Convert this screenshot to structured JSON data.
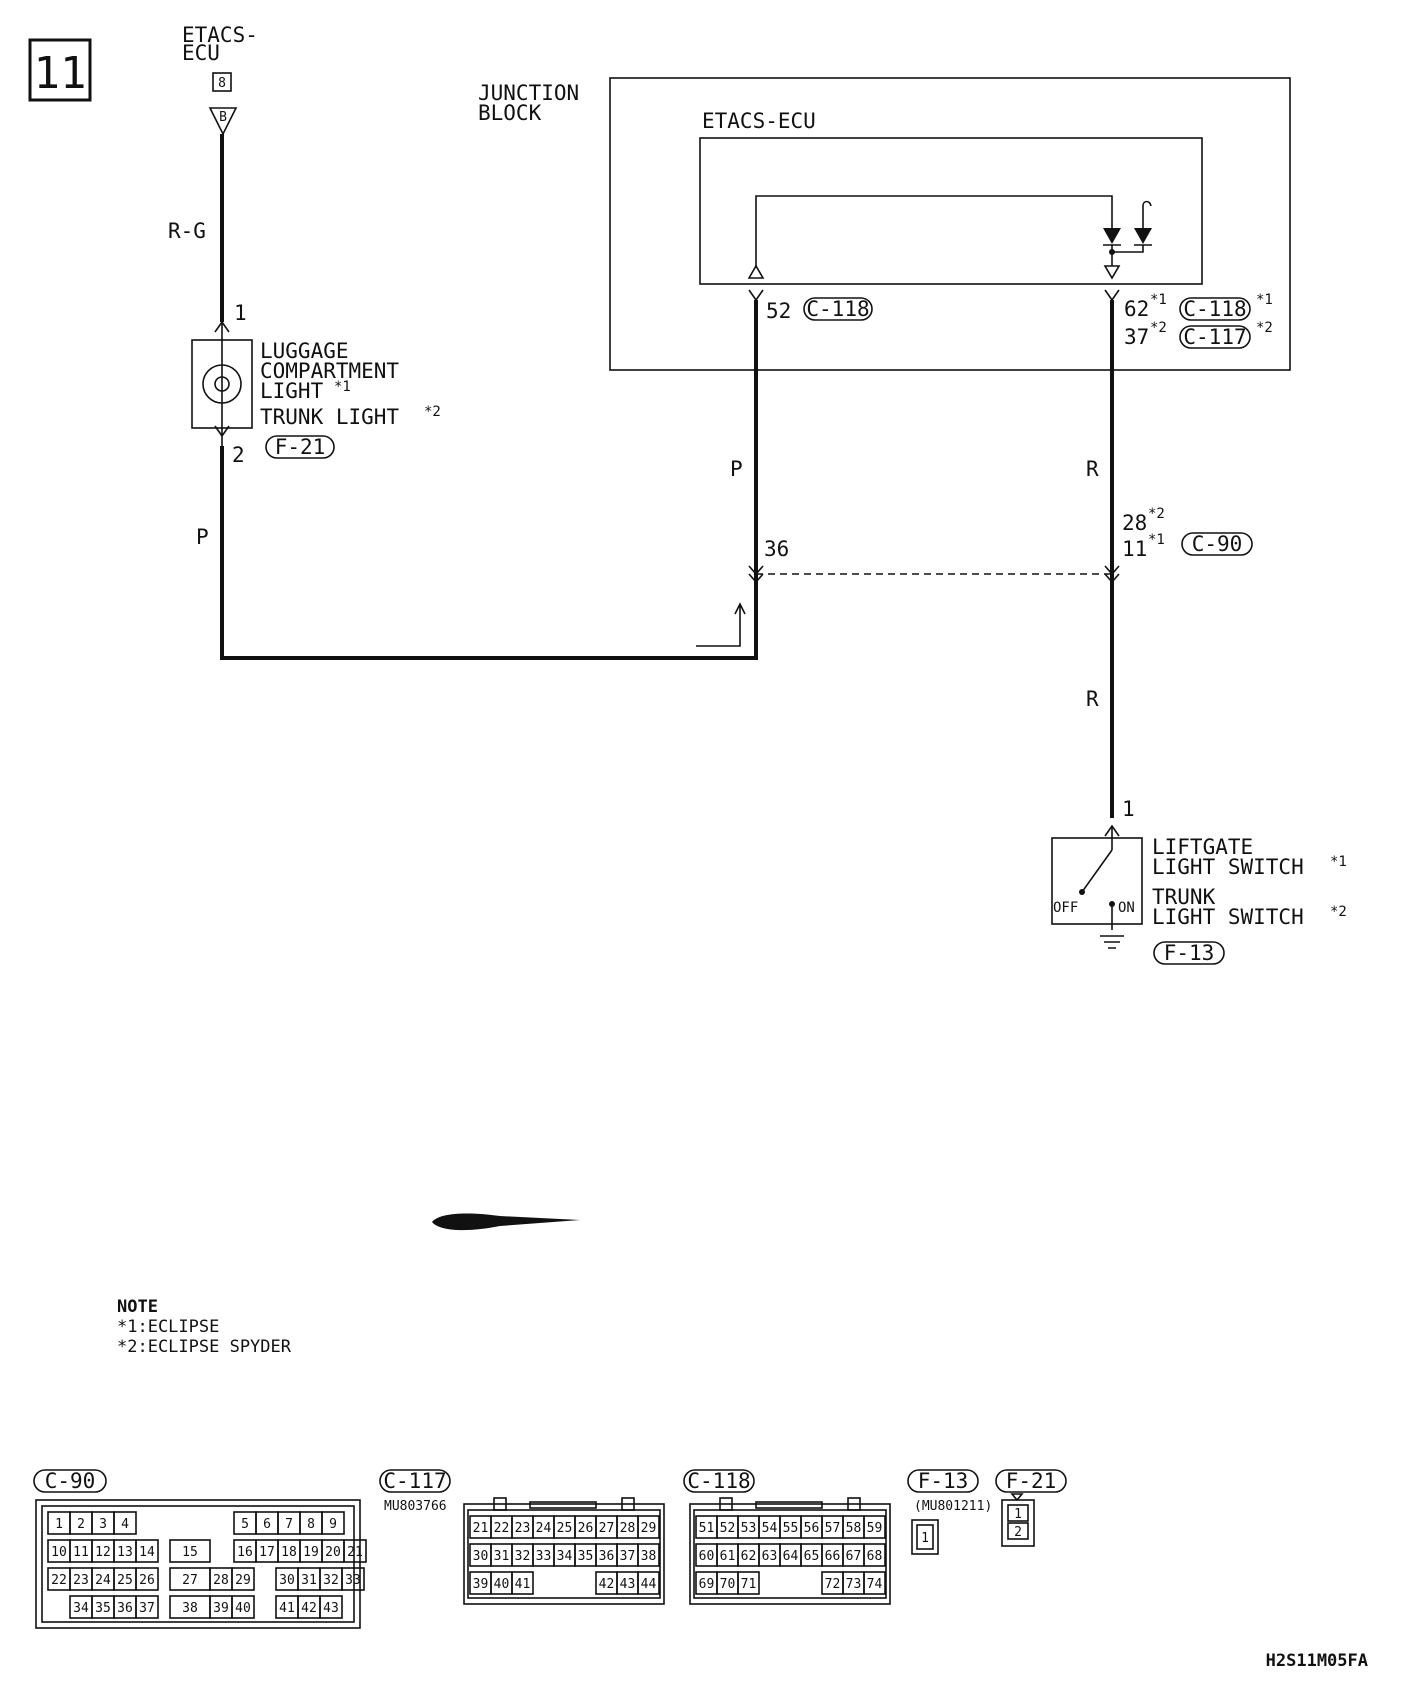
{
  "page": {
    "number": "11",
    "drawing_code": "H2S11M05FA",
    "note_title": "NOTE",
    "notes": [
      "*1:ECLIPSE",
      "*2:ECLIPSE SPYDER"
    ]
  },
  "etacs_source": {
    "label_line1": "ETACS-",
    "label_line2": "ECU",
    "connector_number": "8",
    "connector_letter": "B"
  },
  "junction_block": {
    "label_line1": "JUNCTION",
    "label_line2": "BLOCK",
    "inner_label": "ETACS-ECU"
  },
  "wires": {
    "rg": "R-G",
    "p_left": "P",
    "p_right": "P",
    "r_upper": "R",
    "r_lower": "R"
  },
  "terminals": {
    "jb_left_pin": "52",
    "jb_left_conn": "C-118",
    "jb_right_pin1": "62",
    "jb_right_pin1_note": "*1",
    "jb_right_conn1": "C-118",
    "jb_right_conn1_note": "*1",
    "jb_right_pin2": "37",
    "jb_right_pin2_note": "*2",
    "jb_right_conn2": "C-117",
    "jb_right_conn2_note": "*2",
    "c90_left_pin": "36",
    "c90_right_pin1": "28",
    "c90_right_pin1_note": "*2",
    "c90_right_pin2": "11",
    "c90_right_pin2_note": "*1",
    "c90_conn": "C-90",
    "light_pin1": "1",
    "light_pin2": "2",
    "switch_pin": "1"
  },
  "luggage_light": {
    "line1": "LUGGAGE",
    "line2": "COMPARTMENT",
    "line3": "LIGHT",
    "line3_note": "*1",
    "line4": "TRUNK LIGHT",
    "line4_note": "*2",
    "connector": "F-21"
  },
  "switch": {
    "line1": "LIFTGATE",
    "line2": "LIGHT SWITCH",
    "line2_note": "*1",
    "line3": "TRUNK",
    "line4": "LIGHT SWITCH",
    "line4_note": "*2",
    "off_label": "OFF",
    "on_label": "ON",
    "connector": "F-13"
  },
  "connector_views": {
    "c90": {
      "label": "C-90",
      "row1": [
        "1",
        "2",
        "3",
        "4",
        "5",
        "6",
        "7",
        "8",
        "9"
      ],
      "row2": [
        "10",
        "11",
        "12",
        "13",
        "14",
        "15",
        "16",
        "17",
        "18",
        "19",
        "20",
        "21"
      ],
      "row3": [
        "22",
        "23",
        "24",
        "25",
        "26",
        "27",
        "28",
        "29",
        "30",
        "31",
        "32",
        "33"
      ],
      "row4": [
        "34",
        "35",
        "36",
        "37",
        "38",
        "39",
        "40",
        "41",
        "42",
        "43"
      ]
    },
    "c117": {
      "label": "C-117",
      "part_no": "MU803766",
      "row1": [
        "21",
        "22",
        "23",
        "24",
        "25",
        "26",
        "27",
        "28",
        "29"
      ],
      "row2": [
        "30",
        "31",
        "32",
        "33",
        "34",
        "35",
        "36",
        "37",
        "38"
      ],
      "row3": [
        "39",
        "40",
        "41",
        "42",
        "43",
        "44"
      ]
    },
    "c118": {
      "label": "C-118",
      "row1": [
        "51",
        "52",
        "53",
        "54",
        "55",
        "56",
        "57",
        "58",
        "59"
      ],
      "row2": [
        "60",
        "61",
        "62",
        "63",
        "64",
        "65",
        "66",
        "67",
        "68"
      ],
      "row3": [
        "69",
        "70",
        "71",
        "72",
        "73",
        "74"
      ]
    },
    "f13": {
      "label": "F-13",
      "part_no": "(MU801211)",
      "pins": [
        "1"
      ]
    },
    "f21": {
      "label": "F-21",
      "pins": [
        "1",
        "2"
      ]
    }
  }
}
